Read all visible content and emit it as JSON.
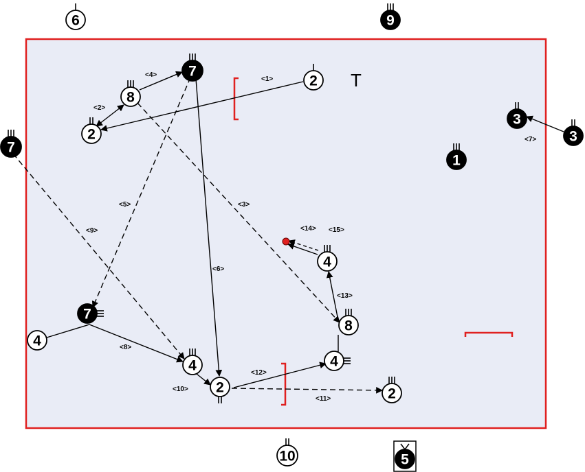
{
  "colors": {
    "court_fill": "#e9ecf6",
    "court_border": "#e02020",
    "line": "#000000",
    "ball": "#e02020"
  },
  "symbols": {
    "top_right_mark": "T"
  },
  "players": [
    {
      "id": "p6_top",
      "num": "6",
      "filled": false
    },
    {
      "id": "p9_top",
      "num": "9",
      "filled": true
    },
    {
      "id": "p7_a",
      "num": "7",
      "filled": true
    },
    {
      "id": "p8_a",
      "num": "8",
      "filled": false
    },
    {
      "id": "p2_a",
      "num": "2",
      "filled": false
    },
    {
      "id": "p2_b",
      "num": "2",
      "filled": false
    },
    {
      "id": "p3_a",
      "num": "3",
      "filled": true
    },
    {
      "id": "p3_b",
      "num": "3",
      "filled": true
    },
    {
      "id": "p1",
      "num": "1",
      "filled": true
    },
    {
      "id": "p7_left",
      "num": "7",
      "filled": true
    },
    {
      "id": "p4_mid",
      "num": "4",
      "filled": false
    },
    {
      "id": "p7_b",
      "num": "7",
      "filled": true
    },
    {
      "id": "p4_left",
      "num": "4",
      "filled": false
    },
    {
      "id": "p8_b",
      "num": "8",
      "filled": false
    },
    {
      "id": "p4_c",
      "num": "4",
      "filled": false
    },
    {
      "id": "p4_d",
      "num": "4",
      "filled": false
    },
    {
      "id": "p2_c",
      "num": "2",
      "filled": false
    },
    {
      "id": "p2_d",
      "num": "2",
      "filled": false
    },
    {
      "id": "p10",
      "num": "10",
      "filled": false
    },
    {
      "id": "p5",
      "num": "5",
      "filled": true
    }
  ],
  "labels": [
    "<1>",
    "<2>",
    "<3>",
    "<4>",
    "<5>",
    "<6>",
    "<7>",
    "<8>",
    "<9>",
    "<10>",
    "<11>",
    "<12>",
    "<13>",
    "<14>",
    "<15>"
  ]
}
